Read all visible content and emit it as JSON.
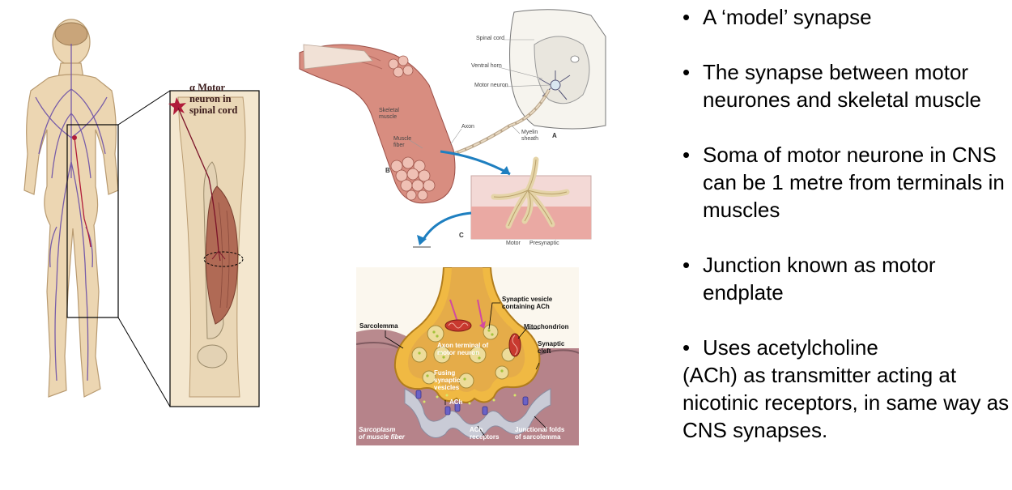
{
  "left_figure": {
    "inset_label": "α Motor\nneuron in\nspinal cord"
  },
  "middle_figure": {
    "labels": {
      "spinal_cord": "Spinal cord",
      "ventral_horn": "Ventral horn",
      "motor_neuron": "Motor neuron",
      "skeletal_muscle": "Skeletal\nmuscle",
      "axon": "Axon",
      "muscle_fiber": "Muscle\nfiber",
      "myelin_sheath": "Myelin\nsheath",
      "panel_a": "A",
      "panel_b": "B",
      "panel_c": "C",
      "motor": "Motor",
      "presynaptic": "Presynaptic"
    }
  },
  "bottom_figure": {
    "labels": {
      "synaptic_vesicle": "Synaptic vesicle\ncontaining ACh",
      "sarcolemma": "Sarcolemma",
      "mitochondrion": "Mitochondrion",
      "axon_terminal": "Axon terminal of\nmotor neuron",
      "synaptic_cleft": "Synaptic\ncleft",
      "fusing_vesicles": "Fusing\nsynaptic\nvesicles",
      "ach": "ACh",
      "sarcoplasm": "Sarcoplasm\nof muscle fiber",
      "ach_receptors": "ACh\nreceptors",
      "junctional_folds": "Junctional folds\nof sarcolemma"
    }
  },
  "bullets": [
    "A ‘model’ synapse",
    "The synapse between motor neurones and skeletal muscle",
    "Soma of motor neurone in CNS can be 1 metre from terminals in muscles",
    "Junction known as motor endplate",
    "Uses acetylcholine",
    "(ACh) as transmitter acting at nicotinic receptors, in same way as CNS synapses."
  ]
}
